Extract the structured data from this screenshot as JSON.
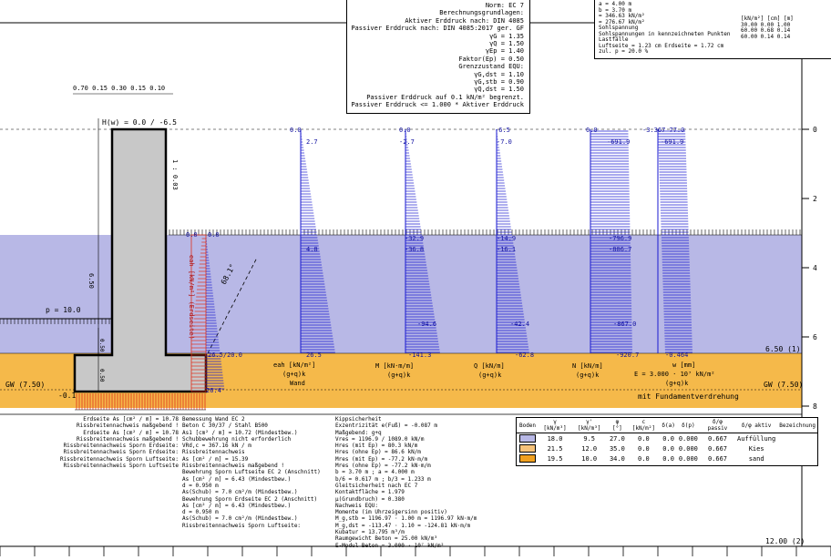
{
  "colors": {
    "water": "#b8b8e6",
    "soil": "#f5b94a",
    "wall": "#c8c8c8",
    "blue": "#1a1ad0",
    "blueText": "#1010a0",
    "red": "#e0301a",
    "black": "#000000"
  },
  "scale": {
    "right_ticks": [
      "0",
      "2",
      "4",
      "6",
      "8"
    ]
  },
  "top_right_box": {
    "lines": [
      "a = 4.00 m",
      "b = 3.70 m",
      "= 346.63 kN/m²",
      "= 276.67 kN/m²",
      "Sohlspannung",
      "Sohlspannungen in kennzeichneten Punkten",
      "Lastfälle",
      "Luftseite = 1.23 cm   Erdseite = 1.72 cm",
      "zul. p = 20.0 %"
    ],
    "table_header": [
      "[kN/m²]",
      "[cm]",
      "[m]"
    ],
    "rows": [
      [
        "30.00",
        "0.00",
        "1.00"
      ],
      [
        "60.00",
        "0.68",
        "0.14"
      ],
      [
        "60.00",
        "0.14",
        "0.14"
      ]
    ]
  },
  "center_box": {
    "lines": [
      "Norm: EC 7",
      "Berechnungsgrundlagen:",
      "Aktiver Erddruck nach: DIN 4085",
      "Passiver Erddruck nach: DIN 4085:2017 ger. GF",
      "γG = 1.35",
      "γQ = 1.50",
      "γEp = 1.40",
      "Faktor(Ep) = 0.50",
      "Grenzzustand EQU:",
      "γG,dst = 1.10",
      "γG,stb = 0.90",
      "γQ,dst = 1.50",
      "Passiver Erddruck auf 0.1 kN/m² begrenzt.",
      "Passiver Erddruck <= 1.000 * Aktiver Erddruck"
    ]
  },
  "wall_labels": {
    "top_dims": "0.70  0.15  0.30  0.15  0.10",
    "hw_label": "H(w) = 0.0 / -6.5",
    "left_dim": "6.50",
    "slope_label": "1 : 0.03",
    "p_label": "p = 10.0",
    "h_label": "0.50",
    "h_label2": "0.50",
    "footing_left": "-0.1",
    "gw_left": "GW (7.50)",
    "gw_right": "GW (7.50)",
    "angle": "68.1°",
    "ea_vertical": "eah [kN/m²] (Erdseite)"
  },
  "diagrams": [
    {
      "top": "0.0",
      "mid": "0.0",
      "bot_left": "26.5/20.0",
      "bot": "26.4",
      "title1": "eah [kN/m²]",
      "title2": "(g+q)k",
      "title3": "Wand"
    },
    {
      "top": "0.0",
      "top2": "2.7",
      "mid": "4.8",
      "bot": "26.5",
      "title1": "eah [kN/m²]",
      "title2": "(g+q)k",
      "title3": "Wand"
    },
    {
      "top": "0.0",
      "top2": "-2.7",
      "mid": "-32.9",
      "mid2": "-36.8",
      "low": "-94.6",
      "bot": "-141.3",
      "title1": "M [kN·m/m]",
      "title2": "(g+q)k"
    },
    {
      "top": "-6.5",
      "top2": "-7.0",
      "mid": "-14.9",
      "mid2": "-16.1",
      "low": "-42.4",
      "bot": "-62.8",
      "title1": "Q [kN/m]",
      "title2": "(g+q)k"
    },
    {
      "top": "0.0",
      "top2": "-691.9",
      "mid": "-796.9",
      "mid2": "-806.7",
      "low": "-867.0",
      "bot": "-920.7",
      "title1": "N [kN/m]",
      "title2": "(g+q)k"
    },
    {
      "top": "-3.367  77.0",
      "top2": "-691.9",
      "bot": "-0.464",
      "title1": "w [mm]",
      "title2": "E = 3.000 · 10⁷ kN/m²",
      "title3": "(g+q)k"
    }
  ],
  "elev_right": "6.50 (1)",
  "footing_note": "mit Fundamentverdrehung",
  "bottom_left_text": [
    "Erdseite As [cm² / m] = 10.78",
    "Rissbreitennachweis maßgebend !",
    "Erdseite As [cm² / m] = 10.78",
    "Rissbreitennachweis maßgebend !",
    "Rissbreitennachweis Sporn Erdseite:",
    "Rissbreitennachweis Sporn Erdseite:",
    "Rissbreitennachweis Sporn Luftseite:",
    "Rissbreitennachweis Sporn Luftseite"
  ],
  "bottom_mid1_text": [
    "Bemessung Wand EC 2",
    "Beton C 30/37 / Stahl B500",
    "As1 [cm² / m] = 10.72 (Mindestbew.)",
    "Schubbewehrung nicht erforderlich",
    "VRd,c = 367.16 kN / m",
    "Rissbreitennachweis",
    "As [cm² / m] = 15.39",
    "Rissbreitennachweis maßgebend !",
    "Bewehrung Sporn Luftseite EC 2 (Anschnitt)",
    "As [cm² / m] = 6.43 (Mindestbew.)",
    "d = 0.950 m",
    "As(Schub) = 7.0 cm²/m (Mindestbew.)",
    "Bewehrung Sporn Erdseite EC 2 (Anschnitt)",
    "As [cm² / m] = 6.43 (Mindestbew.)",
    "d = 0.950 m",
    "As(Schub) = 7.0 cm²/m (Mindestbew.)",
    "Rissbreitennachweis Sporn Luftseite:"
  ],
  "bottom_mid2_text": [
    "Kippsicherheit",
    "Exzentrizität e(Fuß) = -0.087 m",
    "Maßgebend: g+q",
    "Vres = 1196.9 / 1089.0 kN/m",
    "Hres (mit Ep) = 80.3 kN/m",
    "Hres (ohne Ep) = 86.6 kN/m",
    "Mres (mit Ep) = -77.2 kN·m/m",
    "Mres (ohne Ep) = -77.2 kN·m/m",
    "b = 3.70 m ; a = 4.000 m",
    "b/6 = 0.617 m ; b/3 = 1.233 m",
    "Gleitsicherheit nach EC 7",
    "Kontaktfläche = 1.979",
    "μ(Grundbruch) = 0.380",
    "Nachweis EQU:",
    "Momente (im Uhrzeigersinn positiv)",
    "M_g,stb = 1196.97 · 1.00 m = 1196.97 kN·m/m",
    "M_g,dst = -113.47 · 1.10 = -124.81 kN·m/m",
    "Kubatur = 13.795 m³/m",
    "Raumgewicht Beton = 25.00 kN/m³",
    "E-Modul Beton = 3.000 · 10⁷ kN/m²"
  ],
  "soil_table": {
    "headers": [
      "Boden",
      "γ [kN/m³]",
      "γ' [kN/m³]",
      "φ [°]",
      "c [kN/m²]",
      "δ(a)",
      "δ(p)",
      "δ/φ passiv",
      "δ/φ aktiv",
      "Bezeichnung"
    ],
    "rows": [
      {
        "color": "#b8b8e6",
        "cells": [
          "18.0",
          "9.5",
          "27.0",
          "0.0",
          "0.0",
          "0.000",
          "0.667",
          "Auffüllung"
        ]
      },
      {
        "color": "#f5c27a",
        "cells": [
          "21.5",
          "12.0",
          "35.0",
          "0.0",
          "0.0",
          "0.000",
          "0.667",
          "Kies"
        ]
      },
      {
        "color": "#f0a020",
        "cells": [
          "19.5",
          "10.0",
          "34.0",
          "0.0",
          "0.0",
          "0.000",
          "0.667",
          "sand"
        ]
      }
    ]
  },
  "bottom_right_label": "12.00 (2)"
}
